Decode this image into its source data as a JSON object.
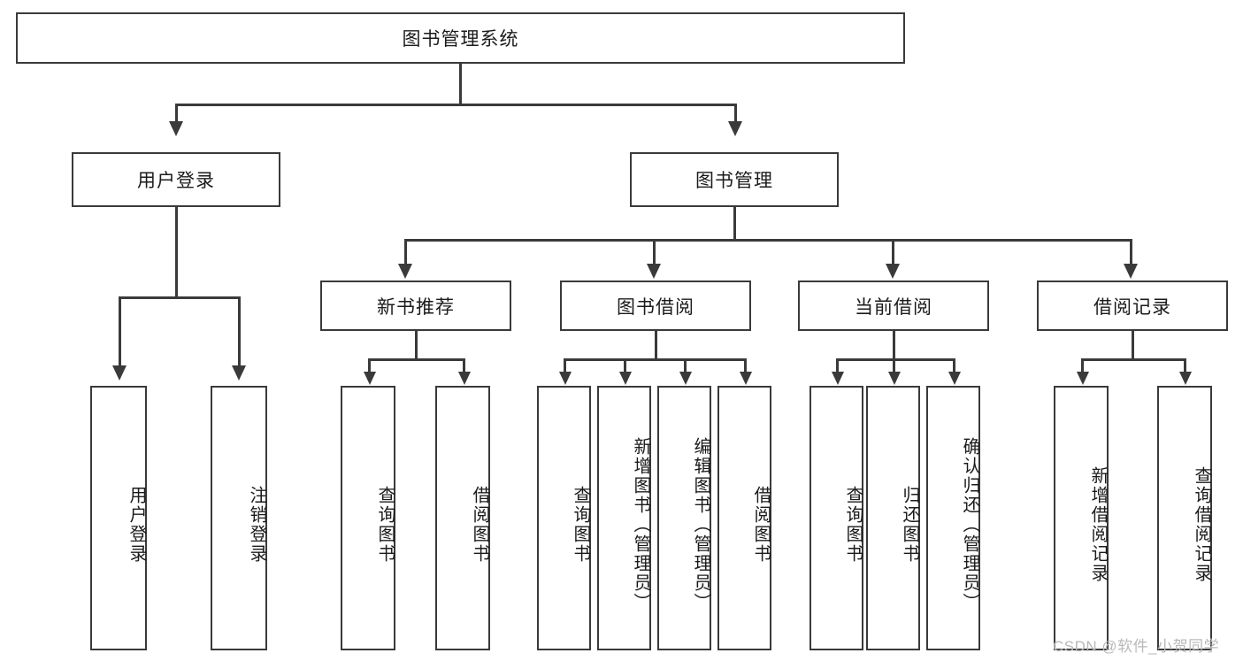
{
  "diagram": {
    "title": "图书管理系统",
    "type": "tree-hierarchy",
    "root": {
      "label": "图书管理系统"
    },
    "level1": [
      {
        "label": "用户登录"
      },
      {
        "label": "图书管理"
      }
    ],
    "level2": [
      {
        "label": "新书推荐"
      },
      {
        "label": "图书借阅"
      },
      {
        "label": "当前借阅"
      },
      {
        "label": "借阅记录"
      }
    ],
    "leaves": {
      "user_login": [
        {
          "label": "用户登录"
        },
        {
          "label": "注销登录"
        }
      ],
      "new_book_recommend": [
        {
          "label": "查询图书"
        },
        {
          "label": "借阅图书"
        }
      ],
      "book_borrow": [
        {
          "label": "查询图书"
        },
        {
          "label": "新增图书（管理员）"
        },
        {
          "label": "编辑图书（管理员）"
        },
        {
          "label": "借阅图书"
        }
      ],
      "current_borrow": [
        {
          "label": "查询图书"
        },
        {
          "label": "归还图书"
        },
        {
          "label": "确认归还（管理员）"
        }
      ],
      "borrow_record": [
        {
          "label": "新增借阅记录"
        },
        {
          "label": "查询借阅记录"
        }
      ]
    }
  },
  "watermark": {
    "text": "CSDN @软件_小贺同学"
  },
  "colors": {
    "stroke": "#3a3a3a",
    "fill": "#ffffff",
    "text": "#1b1b1b",
    "watermark": "#b9b9b9"
  }
}
